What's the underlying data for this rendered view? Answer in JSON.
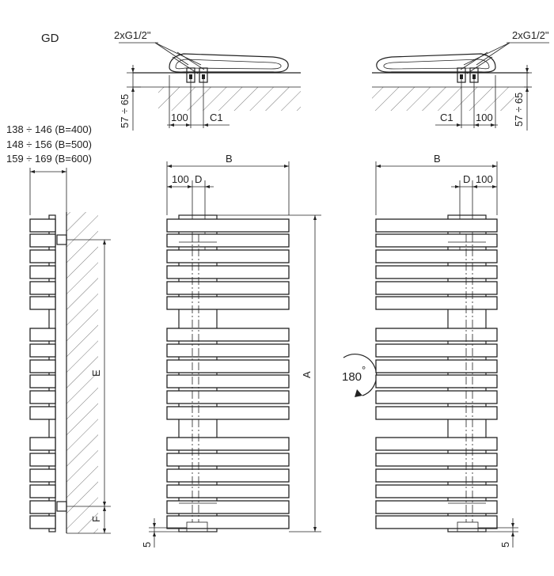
{
  "model": "GD",
  "top_view": {
    "connection": "2xG1/2\"",
    "offset": "100",
    "c1": "C1",
    "height": "57 ÷ 65"
  },
  "side_view": {
    "depth_notes": [
      "138 ÷ 146 (B=400)",
      "148 ÷ 156 (B=500)",
      "159 ÷ 169 (B=600)"
    ],
    "dim_e": "E",
    "dim_f": "F"
  },
  "front_view": {
    "dim_b": "B",
    "dim_offset": "100",
    "dim_d": "D",
    "dim_a": "A",
    "dim_bottom": "5"
  },
  "rotation": {
    "label": "180",
    "degree": "°"
  }
}
